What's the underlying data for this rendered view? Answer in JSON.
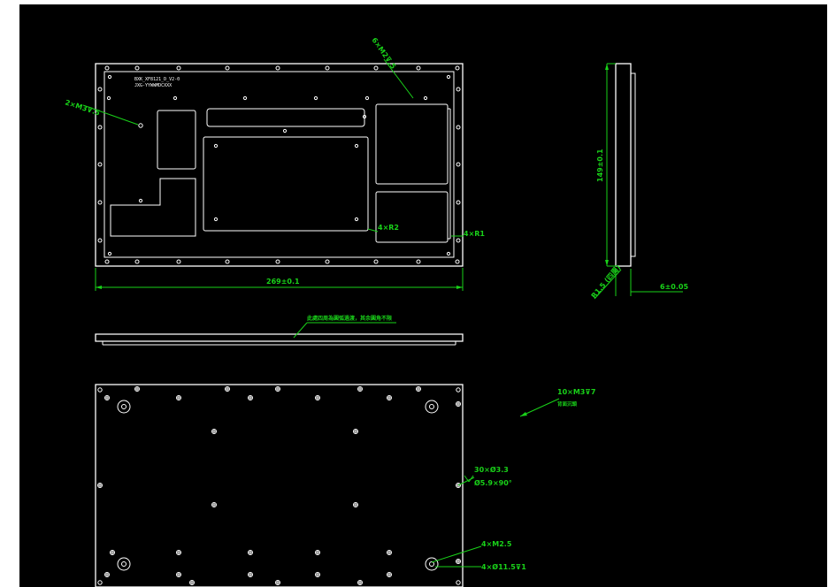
{
  "colors": {
    "canvas": "#000000",
    "outline": "#ffffff",
    "dimension": "#19d219"
  },
  "top_view": {
    "label_line1": "BXK_XF8121_D_V2-0",
    "label_line2": "JXG-YYWWMDCXXX"
  },
  "callouts": {
    "m3": "2×M3⊽.5",
    "m2": "6×M2⊽.5",
    "r2": "4×R2",
    "r1": "4×R1",
    "width_dim": "269±0.1",
    "height_dim": "149±0.1",
    "radius_side": "R1.5 (四周)",
    "thickness": "6±0.05",
    "section_note": "此處四周為圓弧過渡，其余圓角不限",
    "screw_10": "10×M3⊽7",
    "screw_10_note": "背面沉頭",
    "holes_30a": "30×Ø3.3",
    "holes_30b": "Ø5.9×90°",
    "m25": "4×M2.5",
    "cbore": "4×Ø11.5⊽1"
  }
}
